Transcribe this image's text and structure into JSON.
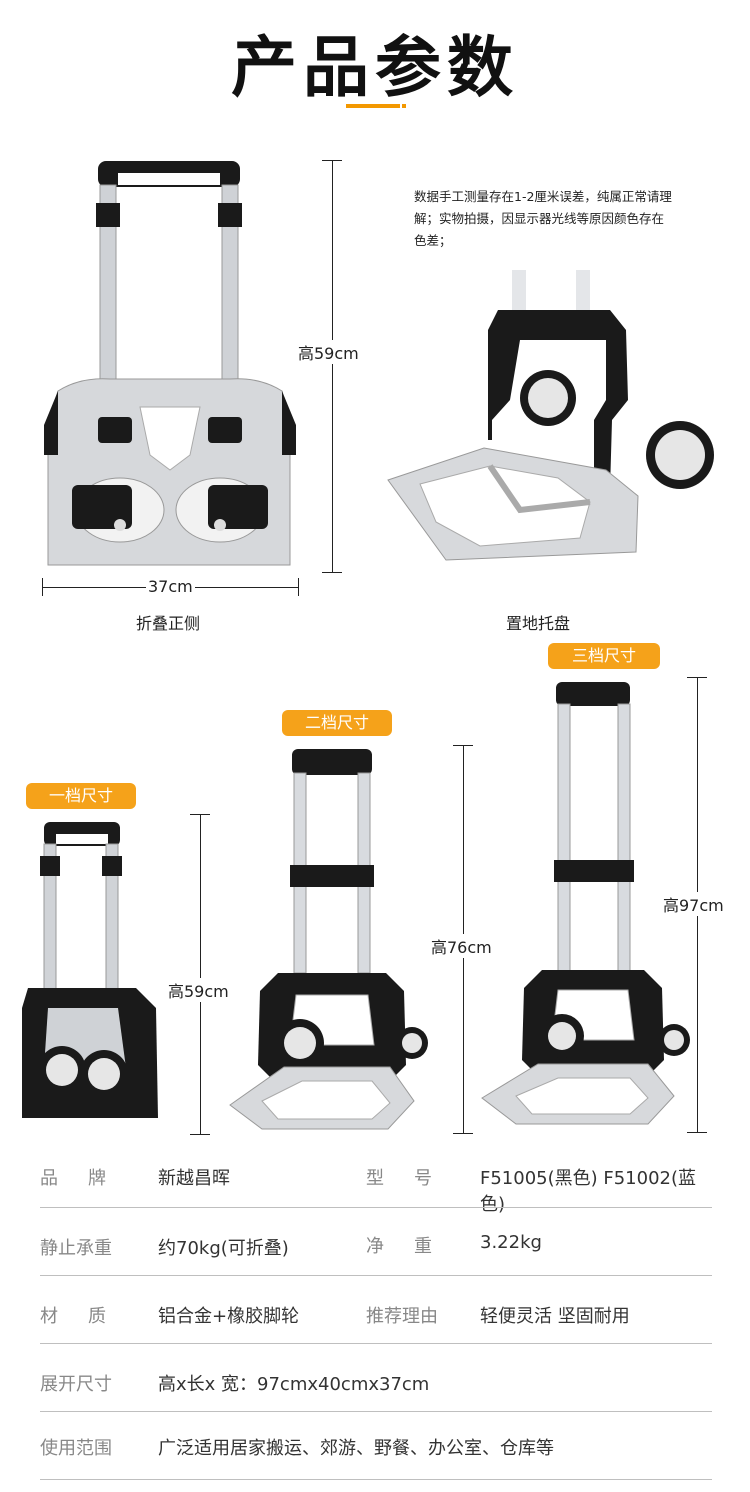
{
  "header": {
    "title": "产品参数"
  },
  "top_left": {
    "height_label": "高59cm",
    "width_label": "37cm",
    "caption": "折叠正侧"
  },
  "top_right": {
    "note": "数据手工测量存在1-2厘米误差，纯属正常请理解；实物拍摄，因显示器光线等原因颜色存在色差；",
    "caption": "置地托盘"
  },
  "sizes": [
    {
      "badge": "一档尺寸",
      "height_label": "高59cm"
    },
    {
      "badge": "二档尺寸",
      "height_label": "高76cm"
    },
    {
      "badge": "三档尺寸",
      "height_label": "高97cm"
    }
  ],
  "specs": [
    {
      "l1": "品牌",
      "v1": "新越昌晖",
      "l2": "型号",
      "v2": "F51005(黑色) F51002(蓝色)"
    },
    {
      "l1": "静止承重",
      "v1": "约70kg(可折叠)",
      "l2": "净重",
      "v2": "3.22kg"
    },
    {
      "l1": "材质",
      "v1": "铝合金+橡胶脚轮",
      "l2": "推荐理由",
      "v2": "轻便灵活 坚固耐用"
    },
    {
      "l1": "展开尺寸",
      "v1": "高x长x 宽：97cmx40cmx37cm"
    },
    {
      "l1": "使用范围",
      "v1": "广泛适用居家搬运、郊游、野餐、办公室、仓库等"
    }
  ],
  "colors": {
    "accent": "#f5a21a",
    "frame": "#1a1a1a",
    "aluminum": "#c8cbd0"
  }
}
